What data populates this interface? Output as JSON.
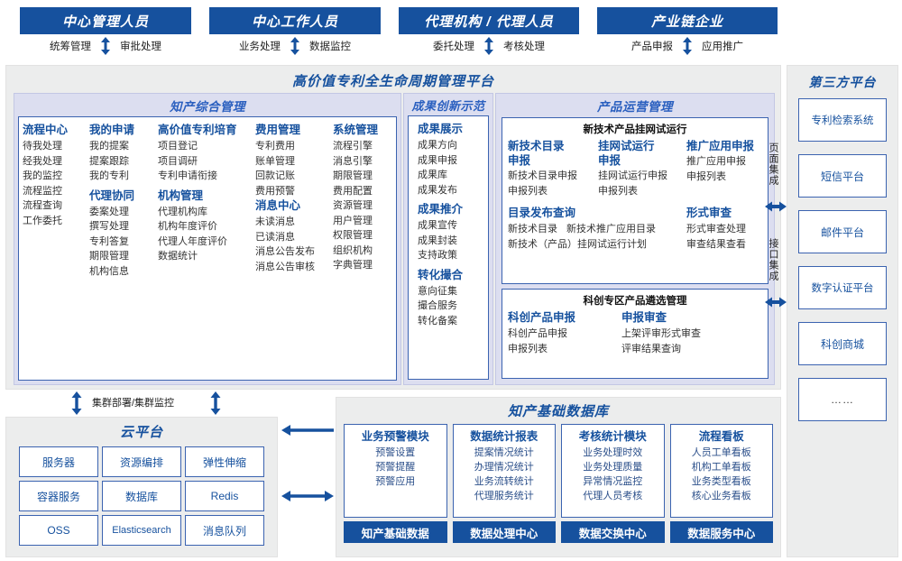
{
  "roles": [
    {
      "title": "中心管理人员",
      "left": "统筹管理",
      "right": "审批处理"
    },
    {
      "title": "中心工作人员",
      "left": "业务处理",
      "right": "数据监控"
    },
    {
      "title": "代理机构 / 代理人员",
      "left": "委托处理",
      "right": "考核处理"
    },
    {
      "title": "产业链企业",
      "left": "产品申报",
      "right": "应用推广"
    }
  ],
  "platform": {
    "title": "高价值专利全生命周期管理平台",
    "sections": {
      "ip": {
        "title": "知产综合管理",
        "columns": [
          {
            "groups": [
              {
                "head": "流程中心",
                "items": [
                  "待我处理",
                  "经我处理",
                  "我的监控",
                  "流程监控",
                  "流程查询",
                  "工作委托"
                ]
              }
            ]
          },
          {
            "groups": [
              {
                "head": "我的申请",
                "items": [
                  "我的提案",
                  "提案跟踪",
                  "我的专利"
                ]
              },
              {
                "head": "代理协同",
                "items": [
                  "委案处理",
                  "撰写处理",
                  "专利答复",
                  "期限管理",
                  "机构信息"
                ]
              }
            ]
          },
          {
            "groups": [
              {
                "head": "高价值专利培育",
                "items": [
                  "项目登记",
                  "项目调研",
                  "专利申请衔接"
                ]
              },
              {
                "head": "机构管理",
                "items": [
                  "代理机构库",
                  "机构年度评价",
                  "代理人年度评价",
                  "数据统计"
                ]
              }
            ]
          },
          {
            "groups": [
              {
                "head": "费用管理",
                "items": [
                  "专利费用",
                  "账单管理",
                  "回款记账",
                  "费用预警"
                ]
              },
              {
                "head": "消息中心",
                "items": [
                  "未读消息",
                  "已读消息",
                  "消息公告发布",
                  "消息公告审核"
                ]
              }
            ]
          },
          {
            "groups": [
              {
                "head": "系统管理",
                "items": [
                  "流程引擎",
                  "消息引擎",
                  "期限管理",
                  "费用配置",
                  "资源管理",
                  "用户管理",
                  "权限管理",
                  "组织机构",
                  "字典管理"
                ]
              }
            ]
          }
        ]
      },
      "achievement": {
        "title": "成果创新示范",
        "groups": [
          {
            "head": "成果展示",
            "items": [
              "成果方向",
              "成果申报",
              "成果库",
              "成果发布"
            ]
          },
          {
            "head": "成果推介",
            "items": [
              "成果宣传",
              "成果封装",
              "支持政策"
            ]
          },
          {
            "head": "转化撮合",
            "items": [
              "意向征集",
              "撮合服务",
              "转化备案"
            ]
          }
        ]
      },
      "product": {
        "title": "产品运营管理",
        "box1": {
          "caption": "新技术产品挂网试运行",
          "row1": [
            {
              "head": "新技术目录申报",
              "items": [
                "新技术目录申报",
                "申报列表"
              ]
            },
            {
              "head": "挂网试运行申报",
              "items": [
                "挂网试运行申报",
                "申报列表"
              ]
            },
            {
              "head": "推广应用申报",
              "items": [
                "推广应用申报",
                "申报列表"
              ]
            }
          ],
          "row2": [
            {
              "head": "目录发布查询",
              "items": [
                "新技术目录",
                "新技术推广应用目录",
                "新技术（产品）挂网试运行计划"
              ]
            },
            {
              "head": "形式审查",
              "items": [
                "形式审查处理",
                "审查结果查看"
              ]
            }
          ]
        },
        "box2": {
          "caption": "科创专区产品遴选管理",
          "cols": [
            {
              "head": "科创产品申报",
              "items": [
                "科创产品申报",
                "申报列表"
              ]
            },
            {
              "head": "申报审查",
              "items": [
                "上架评审形式审查",
                "评审结果查询"
              ]
            }
          ]
        }
      }
    }
  },
  "integration": {
    "page": "页面集成",
    "api": "接口集成"
  },
  "third_party": {
    "title": "第三方平台",
    "items": [
      "专利检索系统",
      "短信平台",
      "邮件平台",
      "数字认证平台",
      "科创商城",
      "……"
    ]
  },
  "cluster_label": "集群部署/集群监控",
  "cloud": {
    "title": "云平台",
    "items": [
      "服务器",
      "资源编排",
      "弹性伸缩",
      "容器服务",
      "数据库",
      "Redis",
      "OSS",
      "Elasticsearch",
      "消息队列"
    ]
  },
  "database": {
    "title": "知产基础数据库",
    "columns": [
      {
        "head": "业务预警模块",
        "items": [
          "预警设置",
          "预警提醒",
          "预警应用"
        ],
        "foot": "知产基础数据"
      },
      {
        "head": "数据统计报表",
        "items": [
          "提案情况统计",
          "办理情况统计",
          "业务流转统计",
          "代理服务统计"
        ],
        "foot": "数据处理中心"
      },
      {
        "head": "考核统计模块",
        "items": [
          "业务处理时效",
          "业务处理质量",
          "异常情况监控",
          "代理人员考核"
        ],
        "foot": "数据交换中心"
      },
      {
        "head": "流程看板",
        "items": [
          "人员工单看板",
          "机构工单看板",
          "业务类型看板",
          "核心业务看板"
        ],
        "foot": "数据服务中心"
      }
    ]
  },
  "colors": {
    "brand": "#16519e",
    "accent": "#2a5fbf",
    "panel_bg": "#eceded",
    "section_bg": "#dcdef0"
  }
}
